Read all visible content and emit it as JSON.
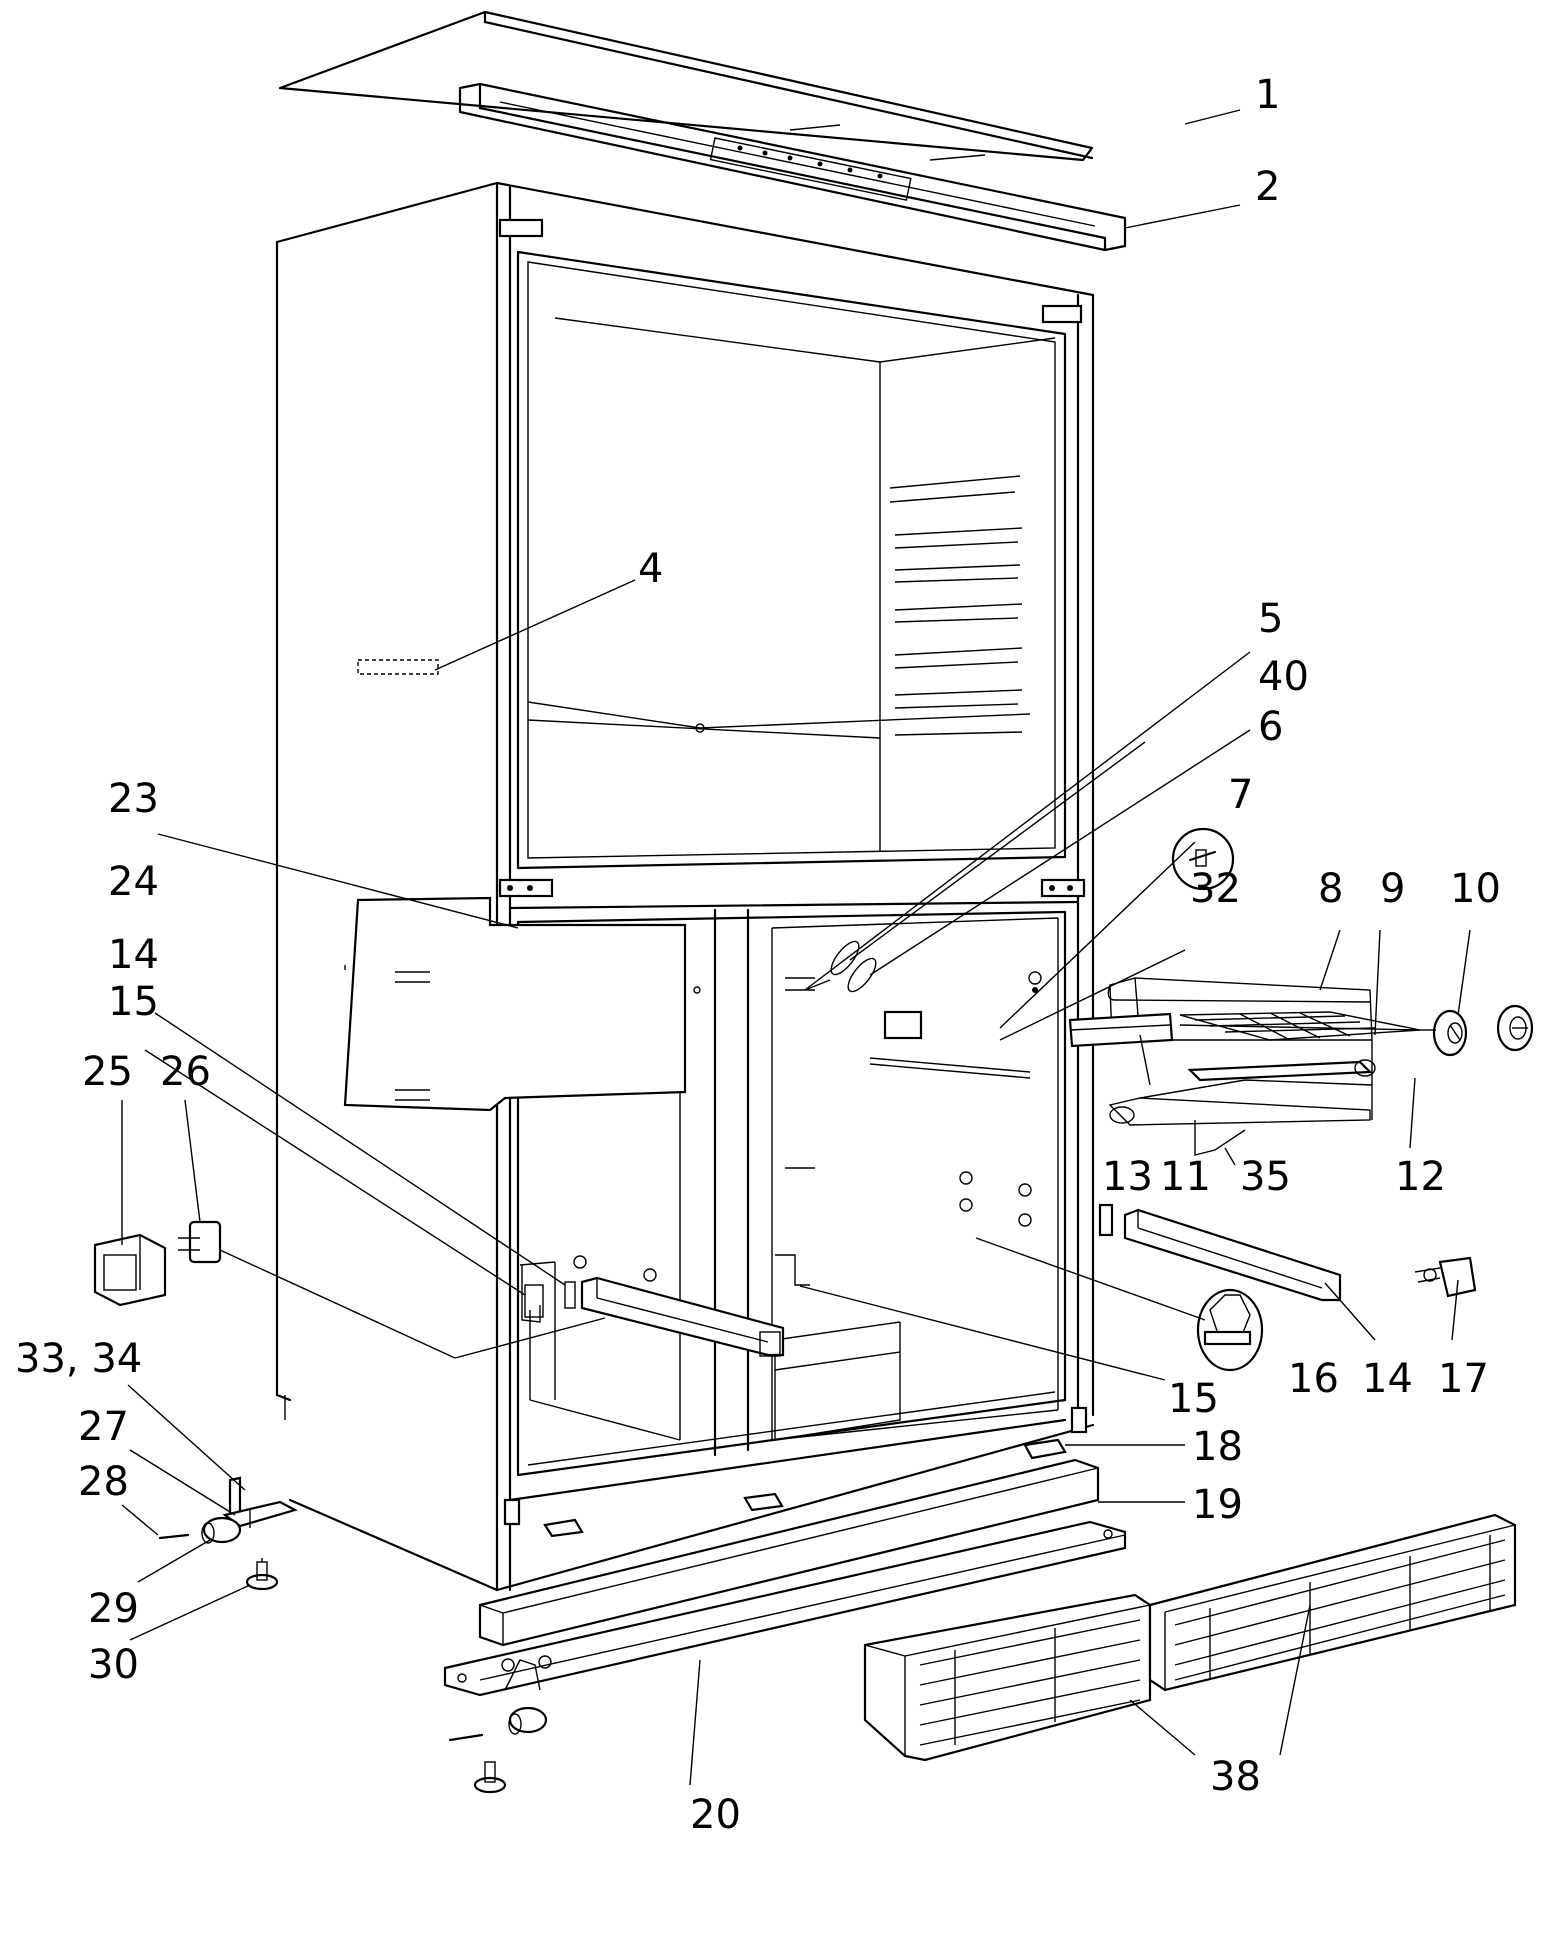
{
  "labels": [
    {
      "id": "l1",
      "text": "1"
    },
    {
      "id": "l2",
      "text": "2"
    },
    {
      "id": "l4",
      "text": "4"
    },
    {
      "id": "l5",
      "text": "5"
    },
    {
      "id": "l40",
      "text": "40"
    },
    {
      "id": "l6",
      "text": "6"
    },
    {
      "id": "l7",
      "text": "7"
    },
    {
      "id": "l32",
      "text": "32"
    },
    {
      "id": "l8",
      "text": "8"
    },
    {
      "id": "l9",
      "text": "9"
    },
    {
      "id": "l10",
      "text": "10"
    },
    {
      "id": "l23",
      "text": "23"
    },
    {
      "id": "l24",
      "text": "24"
    },
    {
      "id": "l14a",
      "text": "14"
    },
    {
      "id": "l15a",
      "text": "15"
    },
    {
      "id": "l25",
      "text": "25"
    },
    {
      "id": "l26",
      "text": "26"
    },
    {
      "id": "l13",
      "text": "13"
    },
    {
      "id": "l11",
      "text": "11"
    },
    {
      "id": "l35",
      "text": "35"
    },
    {
      "id": "l12",
      "text": "12"
    },
    {
      "id": "l3334",
      "text": "33, 34"
    },
    {
      "id": "l27",
      "text": "27"
    },
    {
      "id": "l28",
      "text": "28"
    },
    {
      "id": "l29",
      "text": "29"
    },
    {
      "id": "l30",
      "text": "30"
    },
    {
      "id": "l16",
      "text": "16"
    },
    {
      "id": "l14b",
      "text": "14"
    },
    {
      "id": "l17",
      "text": "17"
    },
    {
      "id": "l15b",
      "text": "15"
    },
    {
      "id": "l18",
      "text": "18"
    },
    {
      "id": "l19",
      "text": "19"
    },
    {
      "id": "l20",
      "text": "20"
    },
    {
      "id": "l38",
      "text": "38"
    }
  ]
}
